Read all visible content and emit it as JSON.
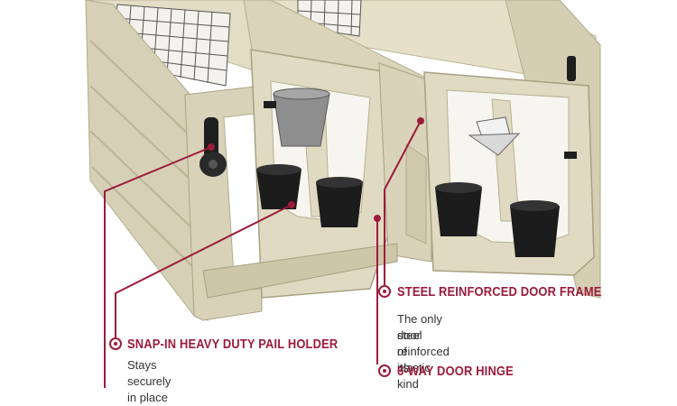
{
  "colors": {
    "accent": "#9c1c3c",
    "panel": "#dcd6bd",
    "panel_shadow": "#b9b192",
    "bucket": "#1c1c1c",
    "grey_pail": "#8e8e8e"
  },
  "callouts": {
    "pail_holder": {
      "title": "SNAP-IN HEAVY DUTY PAIL HOLDER",
      "description": "Stays securely in place"
    },
    "door_frame": {
      "title": "STEEL REINFORCED DOOR FRAME",
      "description_line1": "The only steel reinforced plastic",
      "description_line2": "door of its kind"
    },
    "door_hinge": {
      "title": "6-WAY DOOR HINGE"
    }
  }
}
